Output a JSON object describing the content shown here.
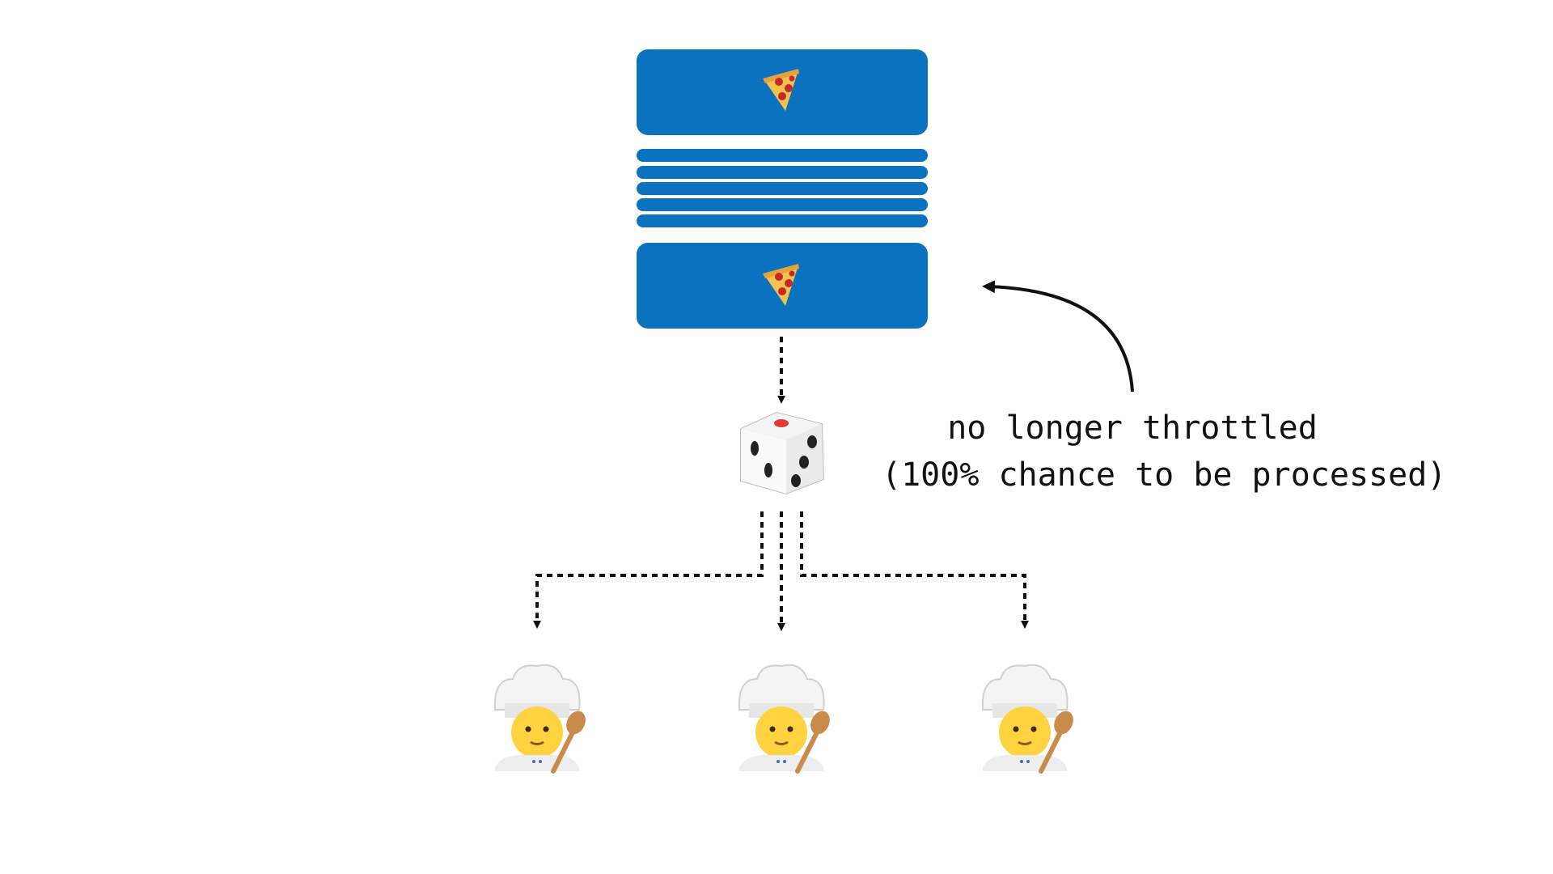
{
  "colors": {
    "queue_blue": "#0A72BE",
    "arrow": "#111111",
    "pizza_crust": "#E8A23A",
    "pizza_sauce": "#F2C14E",
    "pepperoni": "#C62828",
    "die_face": "#F2F2F2",
    "die_pip": "#222222",
    "die_pip_red": "#E53935",
    "chef_hat": "#F4F4F4",
    "chef_face": "#FFD23F",
    "chef_coat": "#EDEDED",
    "spoon": "#C98B4A"
  },
  "icons": {
    "queue_item": "pizza-slice-icon",
    "router": "dice-icon",
    "worker": "chef-icon"
  },
  "diagram": {
    "queue": {
      "top_item_icon": "pizza-slice-icon",
      "bottom_item_icon": "pizza-slice-icon",
      "middle_stripes": 5
    },
    "workers": [
      {
        "icon": "chef-icon"
      },
      {
        "icon": "chef-icon"
      },
      {
        "icon": "chef-icon"
      }
    ],
    "annotation": {
      "line1": "no longer throttled",
      "line2": "(100% chance to be processed)"
    }
  }
}
